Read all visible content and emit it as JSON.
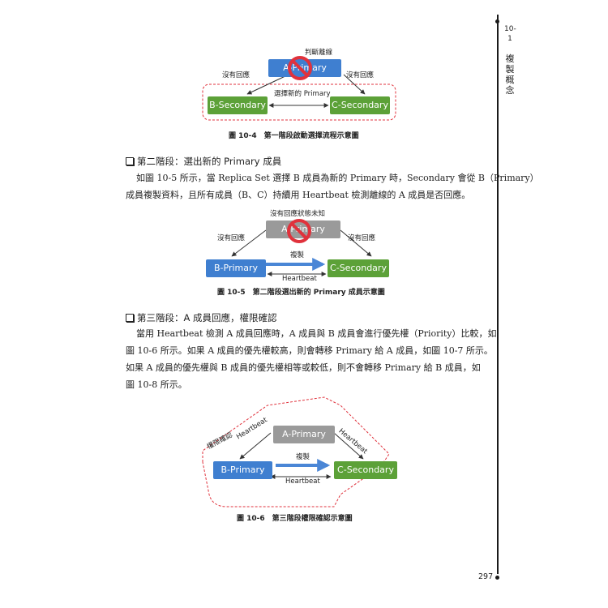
{
  "sidebar": {
    "chapter_number": "10-1",
    "chapter_title": "複製概念"
  },
  "figure1": {
    "top_label": "判斷離線",
    "node_a": "A-Primary",
    "node_b": "B-Secondary",
    "node_c": "C-Secondary",
    "left_label": "沒有回應",
    "right_label": "沒有回應",
    "middle_label": "選擇新的 Primary",
    "caption": "圖 10-4　第一階段啟動選擇流程示意圖"
  },
  "section2": {
    "heading": "第二階段：選出新的 Primary 成員",
    "line1": "如圖 10-5 所示，當 Replica Set 選擇 B 成員為新的 Primary 時，Secondary 會從 B（Primary）",
    "line2": "成員複製資料，且所有成員（B、C）持續用 Heartbeat 檢測離線的 A 成員是否回應。"
  },
  "figure2": {
    "top_label": "沒有回應狀態未知",
    "node_a": "A-Primary",
    "node_b": "B-Primary",
    "node_c": "C-Secondary",
    "left_label": "沒有回應",
    "right_label": "沒有回應",
    "arrow_label": "複製",
    "bottom_label": "Heartbeat",
    "caption": "圖 10-5　第二階段選出新的 Primary 成員示意圖"
  },
  "section3": {
    "heading": "第三階段：A 成員回應，權限確認",
    "line1": "當用 Heartbeat 檢測 A 成員回應時，A 成員與 B 成員會進行優先權（Priority）比較，如",
    "line2": "圖 10-6 所示。如果 A 成員的優先權較高，則會轉移 Primary 給 A 成員，如圖 10-7 所示。",
    "line3": "如果 A 成員的優先權與 B 成員的優先權相等或較低，則不會轉移 Primary 給 B 成員，如",
    "line4": "圖 10-8 所示。"
  },
  "figure3": {
    "node_a": "A-Primary",
    "node_b": "B-Primary",
    "node_c": "C-Secondary",
    "left_diag_label": "Heartbeat",
    "right_diag_label": "Heartbeat",
    "auth_label": "權限確認",
    "arrow_label": "複製",
    "bottom_label": "Heartbeat",
    "caption": "圖 10-6　第三階段權限確認示意圖"
  },
  "page_number": "297",
  "colors": {
    "blue": "#3f7fd0",
    "green": "#5ca138",
    "gray": "#9a9a9a",
    "red": "#e0323c",
    "arrow_blue": "#4a86d6"
  }
}
